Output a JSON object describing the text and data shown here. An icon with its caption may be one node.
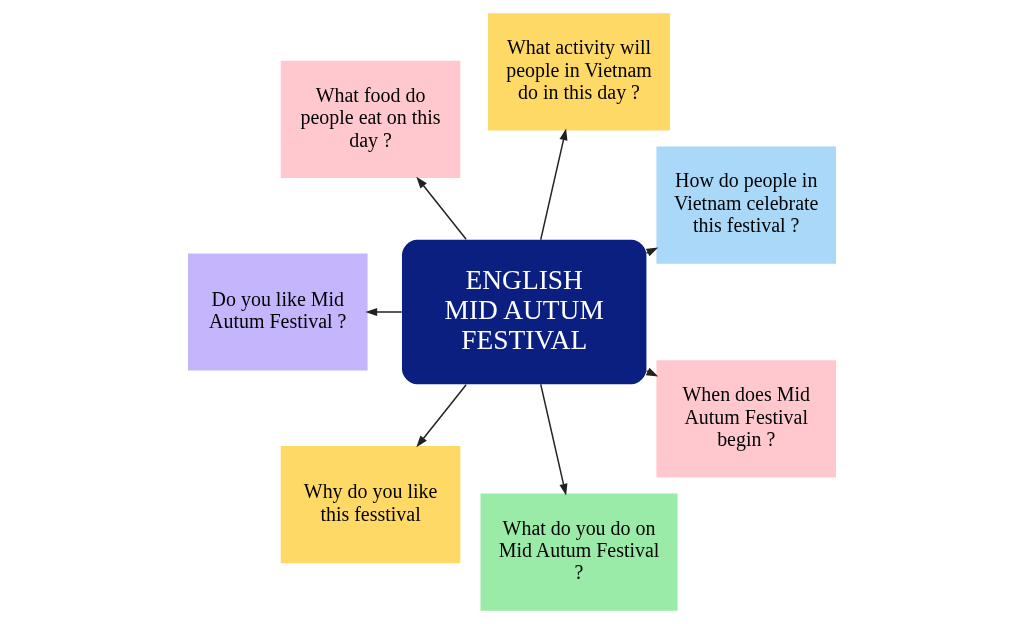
{
  "diagram": {
    "nodes": [
      {
        "text": [
          "ENGLISH",
          "MID AUTUM FESTIVAL"
        ]
      },
      {
        "text": [
          "How do people in Vietnam celebrate this festival ?"
        ]
      },
      {
        "text": [
          "What activity will people in Vietnam do in this day ?"
        ]
      },
      {
        "text": [
          "What food do people eat on this day ?"
        ]
      },
      {
        "text": [
          "Do you like Mid Autum Festival ?"
        ]
      },
      {
        "text": [
          "Why do you like this fesstival"
        ]
      },
      {
        "text": [
          "What do you do on Mid Autum Festival ?"
        ]
      },
      {
        "text": [
          "When does Mid Autum Festival begin ?"
        ]
      }
    ],
    "edges": [
      {
        "from": 0,
        "to": 1,
        "arrow": "to"
      },
      {
        "from": 0,
        "to": 2,
        "arrow": "to"
      },
      {
        "from": 0,
        "to": 3,
        "arrow": "to"
      },
      {
        "from": 0,
        "to": 4,
        "arrow": "to"
      },
      {
        "from": 0,
        "to": 5,
        "arrow": "to"
      },
      {
        "from": 0,
        "to": 6,
        "arrow": "to"
      },
      {
        "from": 0,
        "to": 7,
        "arrow": "to"
      }
    ]
  }
}
